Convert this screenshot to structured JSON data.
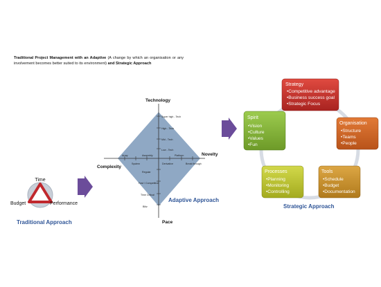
{
  "heading": {
    "bold_part1": "Traditional Project Management with an Adaptive",
    "normal_part": " (A change by which an organisation or any involvement becomes better suited to its environment) ",
    "bold_part2": "and Strategic Approach"
  },
  "traditional": {
    "time": "Time",
    "budget": "Budget",
    "performance": "Performance",
    "caption": "Traditional Approach"
  },
  "adaptive": {
    "caption": "Adaptive Approach",
    "axis_top": "Technology",
    "axis_right": "Novelty",
    "axis_left": "Complexity",
    "axis_bottom": "Pace",
    "tech_levels": [
      "Super high - Tech",
      "High - Tech",
      "Mid - Tech",
      "Low - Tech"
    ],
    "novelty_levels": [
      "Derivative",
      "Platform",
      "Break through"
    ],
    "complexity_levels": [
      "Array",
      "System",
      "Assembly"
    ],
    "pace_levels": [
      "Regular",
      "Fast / Competitive",
      "Time Critical",
      "Blitz"
    ]
  },
  "strategic": {
    "caption": "Strategic Approach",
    "boxes": [
      {
        "title": "Strategy",
        "items": [
          "•Competitive advantage",
          "•Business success goal",
          "•Strategic Focus"
        ],
        "color": "#c9302c"
      },
      {
        "title": "Organisation",
        "items": [
          "•Structure",
          "•Teams",
          "•People"
        ],
        "color": "#d0661f"
      },
      {
        "title": "Tools",
        "items": [
          "•Schedule",
          "•Budget",
          "•Documentation"
        ],
        "color": "#c9912a"
      },
      {
        "title": "Processes",
        "items": [
          "•Planning",
          "•Monitoring",
          "•Controlling"
        ],
        "color": "#bcc42b"
      },
      {
        "title": "Spirit",
        "items": [
          "•Vision",
          "•Culture",
          "•Values",
          "•Fun"
        ],
        "color": "#87b43a"
      }
    ]
  },
  "colors": {
    "caption_blue": "#2f5597",
    "arrow_purple": "#6b4c9a",
    "diamond": "#8fa8c4",
    "triangle": "#c0282d"
  }
}
